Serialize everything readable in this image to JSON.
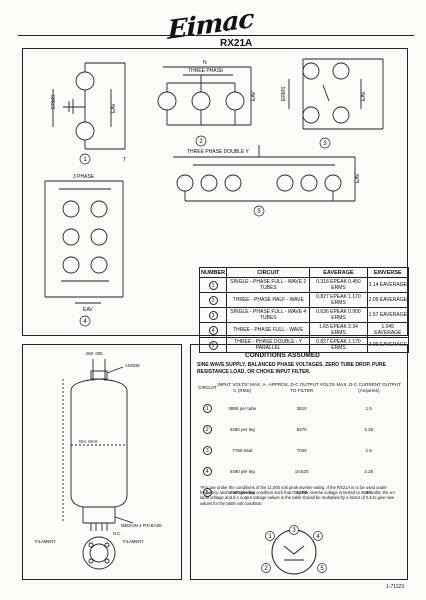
{
  "header": {
    "brand": "Eimac",
    "model": "RX21A"
  },
  "circuit_labels": {
    "three_phase": "THREE PHASE",
    "three_phase_double_y": "THREE PHASE DOUBLE Y",
    "three_phase_delta": "3 PHASE",
    "n": "N",
    "erms": "ERMS",
    "eav": "EAV",
    "t": "T"
  },
  "circuit_numbers": [
    "1",
    "2",
    "3",
    "4",
    "5"
  ],
  "circuit_table": {
    "headers": [
      "NUMBER",
      "CIRCUIT",
      "EAVERAGE",
      "EINVERSE"
    ],
    "rows": [
      {
        "num": "1",
        "circuit": "SINGLE - PHASE FULL - WAVE 2 TUBES",
        "avg": "0.318 EPEAK 0.450 ERMS",
        "inv": "3.14 EAVERAGE"
      },
      {
        "num": "2",
        "circuit": "THREE - PHASE HALF - WAVE",
        "avg": "0.827 EPEAK 1.170 ERMS",
        "inv": "2.09 EAVERAGE"
      },
      {
        "num": "3",
        "circuit": "SINGLE - PHASE FULL - WAVE 4 TUBES",
        "avg": "0.636 EPEAK 0.900 ERMS",
        "inv": "1.57 EAVERAGE"
      },
      {
        "num": "4",
        "circuit": "THREE - PHASE FULL - WAVE",
        "avg": "1.65 EPEAK 2.34 ERMS",
        "inv": "1.045 EAVERAGE"
      },
      {
        "num": "5",
        "circuit": "THREE - PHASE DOUBLE - Y PARALLEL",
        "avg": "0.827 EPEAK 1.170 ERMS",
        "inv": "2.09 EAVERAGE"
      }
    ]
  },
  "conditions": {
    "title": "CONDITIONS ASSUMED",
    "text": "SINE WAVE SUPPLY, BALANCED PHASE VOLTAGES, ZERO TUBE DROP, PURE RESISTANCE LOAD, OR CHOKE INPUT FILTER."
  },
  "drawing_labels": {
    "dim_top": ".060 .005",
    "anode": "ANODE",
    "diameter": "DIA. MAX",
    "base": "MEDIUM 4 PIN BASE",
    "filament_left": "FILAMENT",
    "filament_right": "FILAMENT",
    "nc": "N.C."
  },
  "ratings": {
    "headers": [
      "CIRCUIT",
      "INPUT VOLTS* MAX. A-C (RMS)",
      "APPROX. D-C OUTPUT VOLTS TO FILTER",
      "MAX. D-C CURRENT OUTPUT (Amperes)"
    ],
    "rows": [
      {
        "num": "1",
        "input": "3890 per tube",
        "output": "3510",
        "current": "1.5"
      },
      {
        "num": "2",
        "input": "4490 per leg",
        "output": "5270",
        "current": "2.25"
      },
      {
        "num": "3",
        "input": "7780 total",
        "output": "7030",
        "current": "1.5"
      },
      {
        "num": "4",
        "input": "4490 per leg",
        "output": "10,520",
        "current": "2.25"
      },
      {
        "num": "5",
        "input": "4490 per leg",
        "output": "5270",
        "current": "4.5"
      }
    ],
    "footnote": "*For use under the conditions of the 11,000 volt peak inverse rating. If the RX21A is to be used under frequency and/or temperature condition such that the peak inverse voltage is limited to 5500 volts, the a-c input voltage and d-c output voltage values in the table should be multiplied by a factor of 0.5 to give new values for the 5500 volt condition."
  },
  "socket_pins": [
    "1",
    "2",
    "3",
    "4",
    "5"
  ],
  "doc_number": "1-71123"
}
